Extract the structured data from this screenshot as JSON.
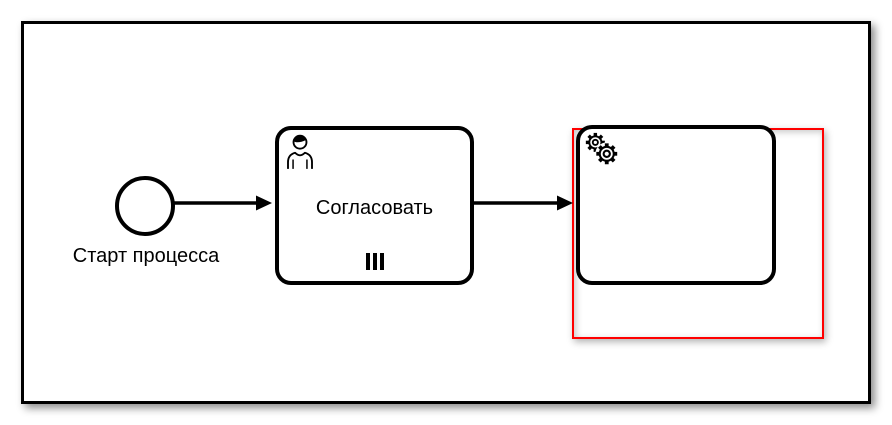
{
  "diagram": {
    "start_event": {
      "label": "Старт процесса"
    },
    "user_task": {
      "label": "Согласовать",
      "icon": "user-icon",
      "marker": "parallel-multi-instance"
    },
    "service_task": {
      "label": "",
      "icon": "gears-icon"
    },
    "sequence_flows": [
      {
        "from": "start-event",
        "to": "user-task"
      },
      {
        "from": "user-task",
        "to": "service-task"
      }
    ],
    "selection": {
      "color": "#ff0000"
    },
    "colors": {
      "stroke": "#000000",
      "fill": "#ffffff"
    }
  }
}
